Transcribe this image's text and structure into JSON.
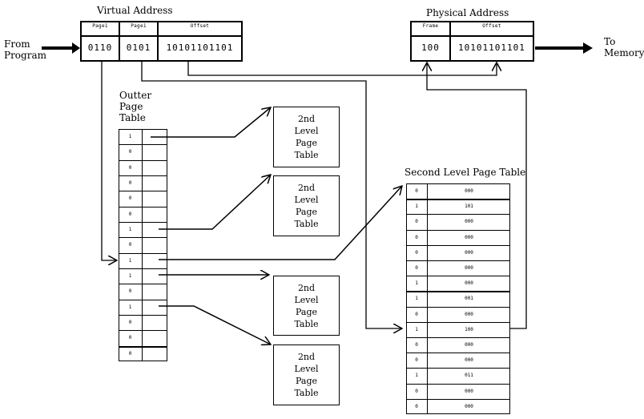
{
  "virtual_address": {
    "title": "Virtual Address",
    "headers": [
      "Page1",
      "Page1",
      "Offset"
    ],
    "values": [
      "0110",
      "0101",
      "10101101101"
    ]
  },
  "physical_address": {
    "title": "Physical Address",
    "headers": [
      "Frame",
      "Offset"
    ],
    "values": [
      "100",
      "10101101101"
    ]
  },
  "from_label": [
    "From",
    "Program"
  ],
  "to_label": [
    "To",
    "Memory"
  ],
  "outer_table": {
    "title": [
      "Outter",
      "Page",
      "Table"
    ],
    "rows": [
      "1",
      "0",
      "0",
      "0",
      "0",
      "0",
      "1",
      "0",
      "1",
      "1",
      "0",
      "1",
      "0",
      "0",
      "0"
    ]
  },
  "second_level_boxes": [
    [
      "2nd",
      "Level",
      "Page",
      "Table"
    ],
    [
      "2nd",
      "Level",
      "Page",
      "Table"
    ],
    [
      "2nd",
      "Level",
      "Page",
      "Table"
    ],
    [
      "2nd",
      "Level",
      "Page",
      "Table"
    ]
  ],
  "second_level_table": {
    "title": "Second Level Page Table",
    "rows": [
      {
        "valid": "0",
        "frame": "000"
      },
      {
        "valid": "1",
        "frame": "101"
      },
      {
        "valid": "0",
        "frame": "000"
      },
      {
        "valid": "0",
        "frame": "000"
      },
      {
        "valid": "0",
        "frame": "000"
      },
      {
        "valid": "0",
        "frame": "000"
      },
      {
        "valid": "1",
        "frame": "000"
      },
      {
        "valid": "1",
        "frame": "001"
      },
      {
        "valid": "0",
        "frame": "000"
      },
      {
        "valid": "1",
        "frame": "100"
      },
      {
        "valid": "0",
        "frame": "000"
      },
      {
        "valid": "0",
        "frame": "000"
      },
      {
        "valid": "1",
        "frame": "011"
      },
      {
        "valid": "0",
        "frame": "000"
      },
      {
        "valid": "0",
        "frame": "000"
      }
    ]
  }
}
